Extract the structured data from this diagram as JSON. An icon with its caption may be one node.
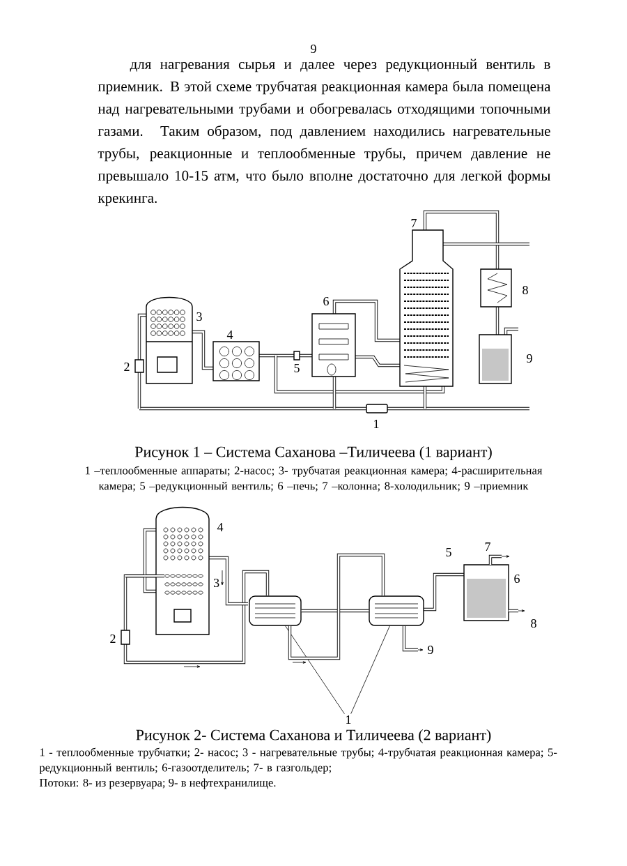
{
  "diagram": {
    "nodes": [
      {
        "text": [
          "1"
        ]
      },
      {
        "text": [],
        "shape": "cylinder"
      },
      {
        "text": [],
        "shape": "cylinder"
      }
    ],
    "edges": [
      {
        "from": 0,
        "to": 1,
        "arrow": "none"
      },
      {
        "from": 0,
        "to": 2,
        "arrow": "none"
      },
      {
        "from": 1,
        "to": 2,
        "arrow": "none",
        "style": "thick"
      },
      {
        "from": 1,
        "to": 2,
        "arrow": "none",
        "style": "thick"
      }
    ],
    "labels": [
      "9",
      "для нагревания сырья и далее через редукционный вентиль в приемник. В этой схеме трубчатая реакционная камера была помещена над нагревательными трубами и обогревалась отходящими топочными газами. Таким образом, под давлением находились нагревательные трубы, реакционные и теплообменные трубы, причем давление не превышало 10-15 атм, что было вполне достаточно для легкой формы крекинга.",
      "7",
      "8",
      "6",
      "3",
      "4",
      "9",
      "2",
      "5",
      "1",
      "Рисунок 1 – Система Саханова –Тиличеева (1 вариант)",
      "1 –теплообменные аппараты; 2-насос; 3- трубчатая реакционная камера; 4-расширительная камера; 5 –редукционный вентиль; 6 –печь; 7 –колонна; 8-холодильник; 9 –приемник",
      "4",
      "7",
      "5",
      "6",
      "3",
      "8",
      "2",
      "9",
      "Рисунок 2- Система Саханова и Тиличеева (2 вариант)",
      "1 - теплообменные трубчатки; 2- насос; 3 - нагревательные трубы; 4-трубчатая реакционная камера; 5-редукционный вентиль; 6-газоотделитель; 7- в газгольдер;",
      "Потоки: 8- из резервуара; 9- в нефтехранилище."
    ]
  }
}
